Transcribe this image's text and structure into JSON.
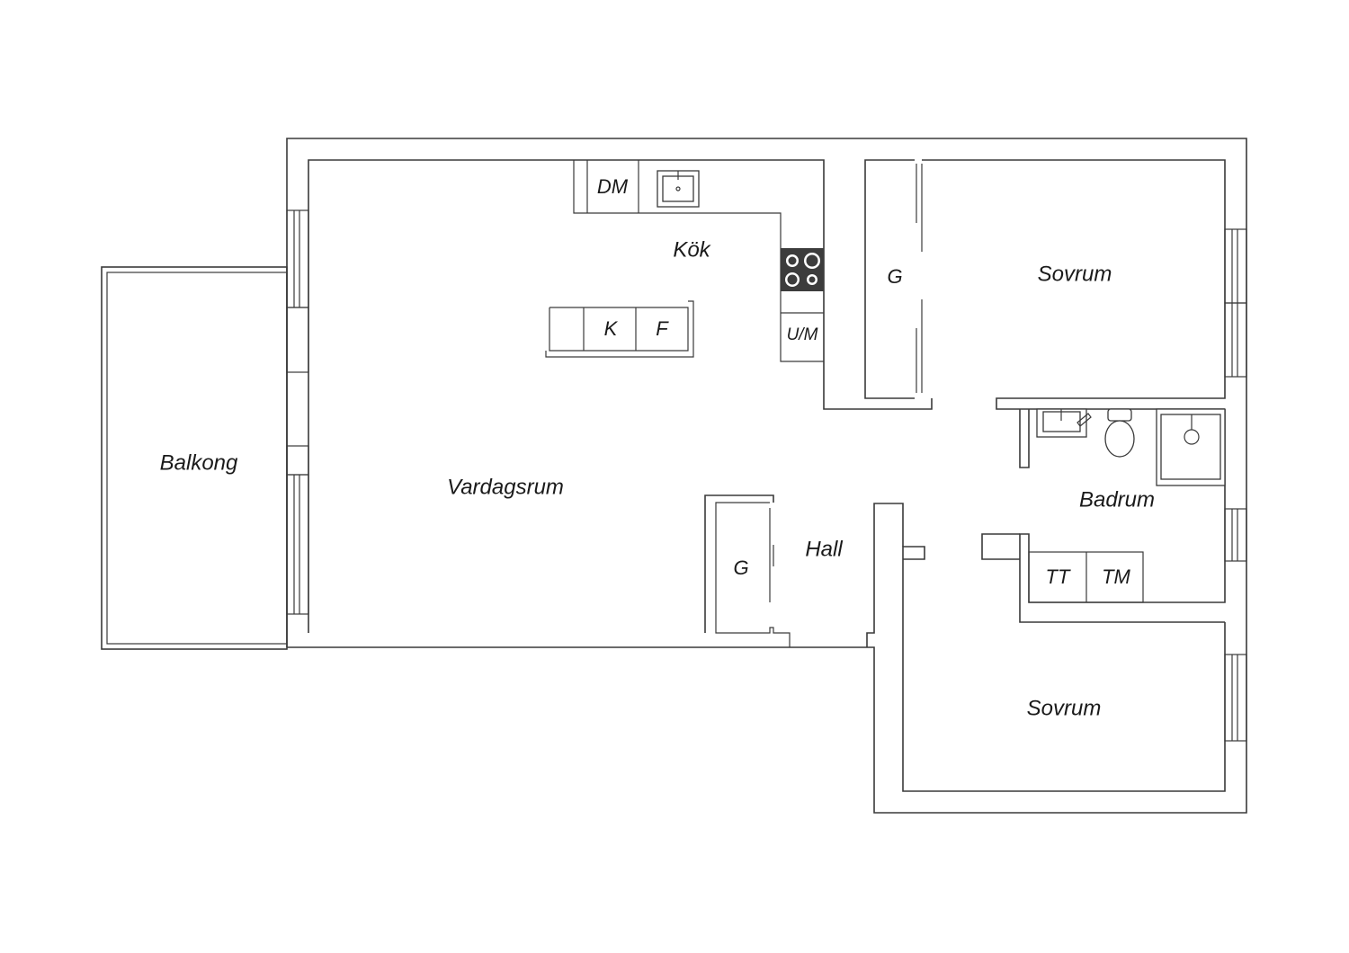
{
  "rooms": {
    "kok": "Kök",
    "vardagsrum": "Vardagsrum",
    "balkong": "Balkong",
    "hall": "Hall",
    "sovrum_upper": "Sovrum",
    "sovrum_lower": "Sovrum",
    "badrum": "Badrum"
  },
  "fixtures": {
    "dm": "DM",
    "k": "K",
    "f": "F",
    "um": "U/M",
    "g_bedroom": "G",
    "g_hall": "G",
    "tt": "TT",
    "tm": "TM"
  },
  "colors": {
    "wall": "#3a3a3a",
    "stove": "#3c3c3c",
    "background": "#ffffff"
  }
}
